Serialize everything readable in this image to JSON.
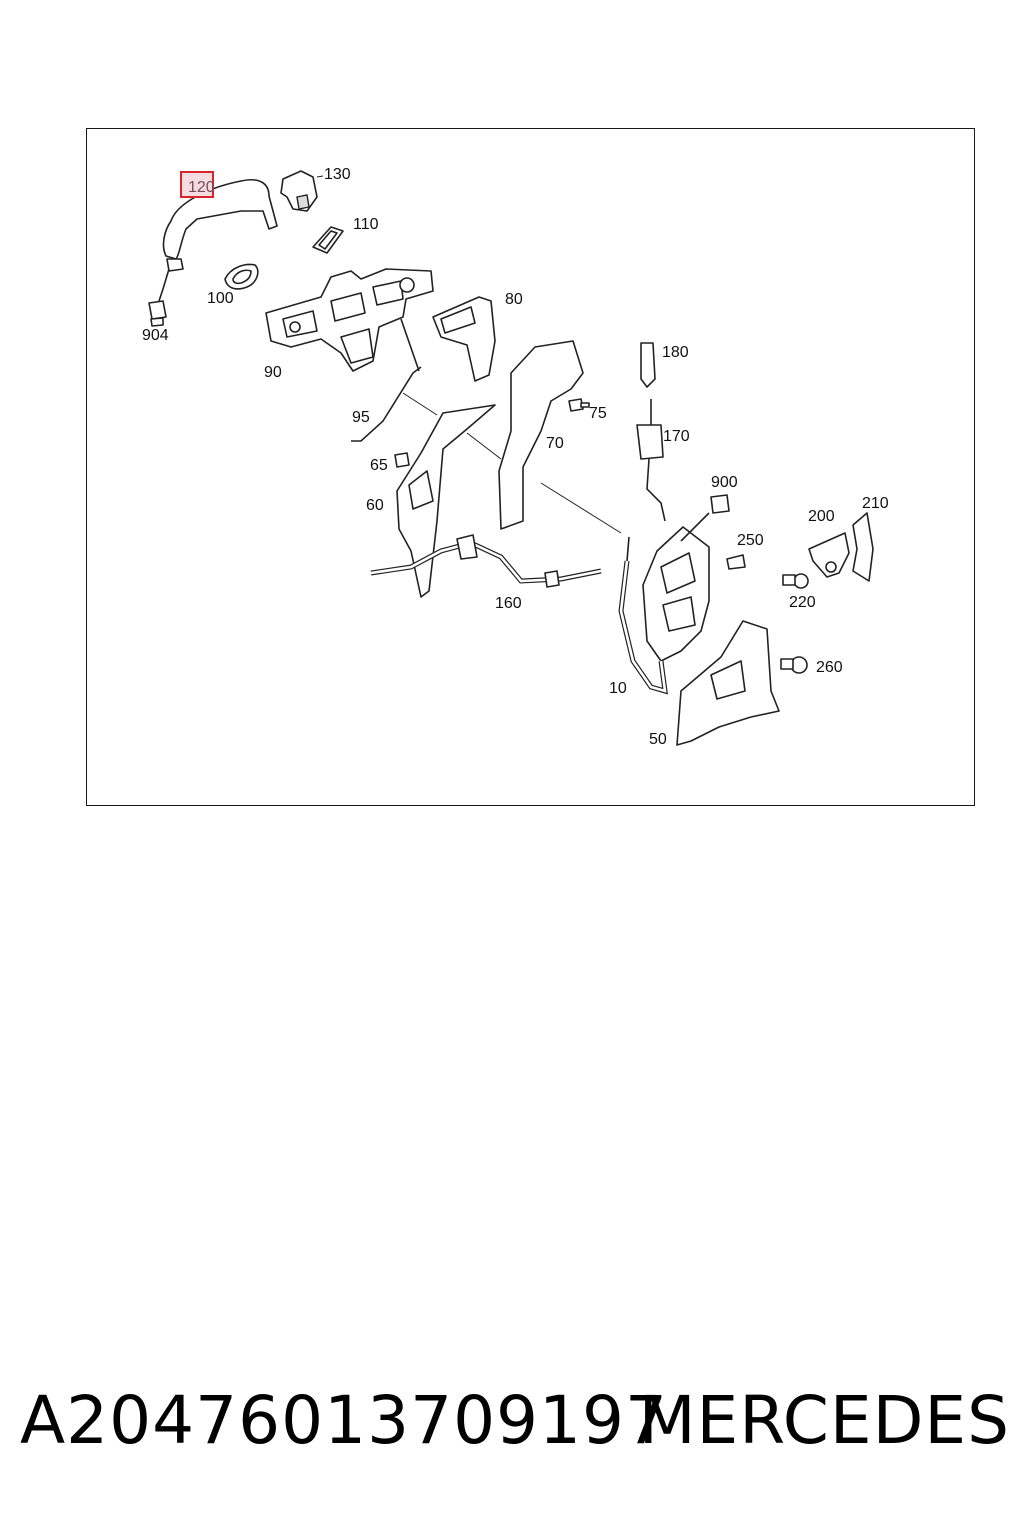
{
  "diagram": {
    "callouts": [
      {
        "id": "120",
        "label": "120",
        "highlighted": true
      },
      {
        "id": "130",
        "label": "130"
      },
      {
        "id": "110",
        "label": "110"
      },
      {
        "id": "100",
        "label": "100"
      },
      {
        "id": "904",
        "label": "904"
      },
      {
        "id": "80",
        "label": "80"
      },
      {
        "id": "90",
        "label": "90"
      },
      {
        "id": "180",
        "label": "180"
      },
      {
        "id": "95",
        "label": "95"
      },
      {
        "id": "75",
        "label": "75"
      },
      {
        "id": "70",
        "label": "70"
      },
      {
        "id": "170",
        "label": "170"
      },
      {
        "id": "65",
        "label": "65"
      },
      {
        "id": "60",
        "label": "60"
      },
      {
        "id": "900",
        "label": "900"
      },
      {
        "id": "210",
        "label": "210"
      },
      {
        "id": "200",
        "label": "200"
      },
      {
        "id": "250",
        "label": "250"
      },
      {
        "id": "220",
        "label": "220"
      },
      {
        "id": "160",
        "label": "160"
      },
      {
        "id": "260",
        "label": "260"
      },
      {
        "id": "10",
        "label": "10"
      },
      {
        "id": "50",
        "label": "50"
      }
    ],
    "highlight_color": "#d9242b"
  },
  "footer": {
    "part_number": "A20476013709197",
    "brand": "MERCEDES"
  }
}
